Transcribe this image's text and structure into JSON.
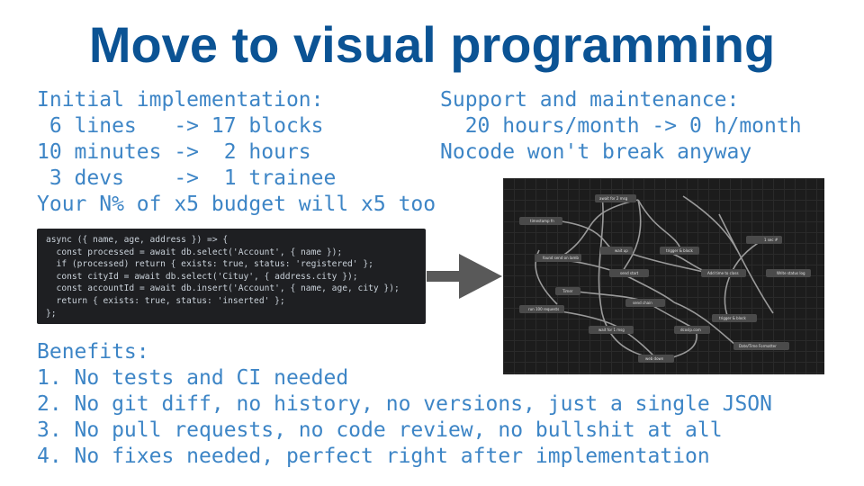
{
  "title": "Move to visual programming",
  "initial": {
    "heading": "Initial implementation:",
    "lines": [
      " 6 lines   -> 17 blocks",
      "10 minutes ->  2 hours",
      " 3 devs    ->  1 trainee",
      "Your N% of x5 budget will x5 too"
    ]
  },
  "support": {
    "heading": "Support and maintenance:",
    "lines": [
      "  20 hours/month -> 0 h/month",
      "Nocode won't break anyway"
    ]
  },
  "code": {
    "lines": [
      "async ({ name, age, address }) => {",
      "  const processed = await db.select('Account', { name });",
      "  if (processed) return { exists: true, status: 'registered' };",
      "  const cityId = await db.select('Cituy', { address.city });",
      "  const accountId = await db.insert('Account', { name, age, city });",
      "  return { exists: true, status: 'inserted' };",
      "};"
    ]
  },
  "workflow": {
    "nodes": [
      "await for 2 msg",
      "timestamp fn",
      "found send on lamb",
      "wait up",
      "trigger & block",
      "1 sec #",
      "send start",
      "Add time to class",
      "Write status log",
      "Timer",
      "send chain",
      "run 100 requests",
      "trigger & block",
      "wait for 1 msg",
      "dcoslp.com",
      "Date/Time Formatter",
      "web down"
    ]
  },
  "benefits": {
    "heading": "Benefits:",
    "items": [
      "1. No tests and CI needed",
      "2. No git diff, no history, no versions, just a single JSON",
      "3. No pull requests, no code review, no bullshit at all",
      "4. No fixes needed, perfect right after implementation"
    ]
  },
  "colors": {
    "title": "#0b5394",
    "text": "#3d85c6",
    "code_bg": "#1e1f22",
    "canvas_bg": "#1c1c1c",
    "arrow": "#595959"
  }
}
